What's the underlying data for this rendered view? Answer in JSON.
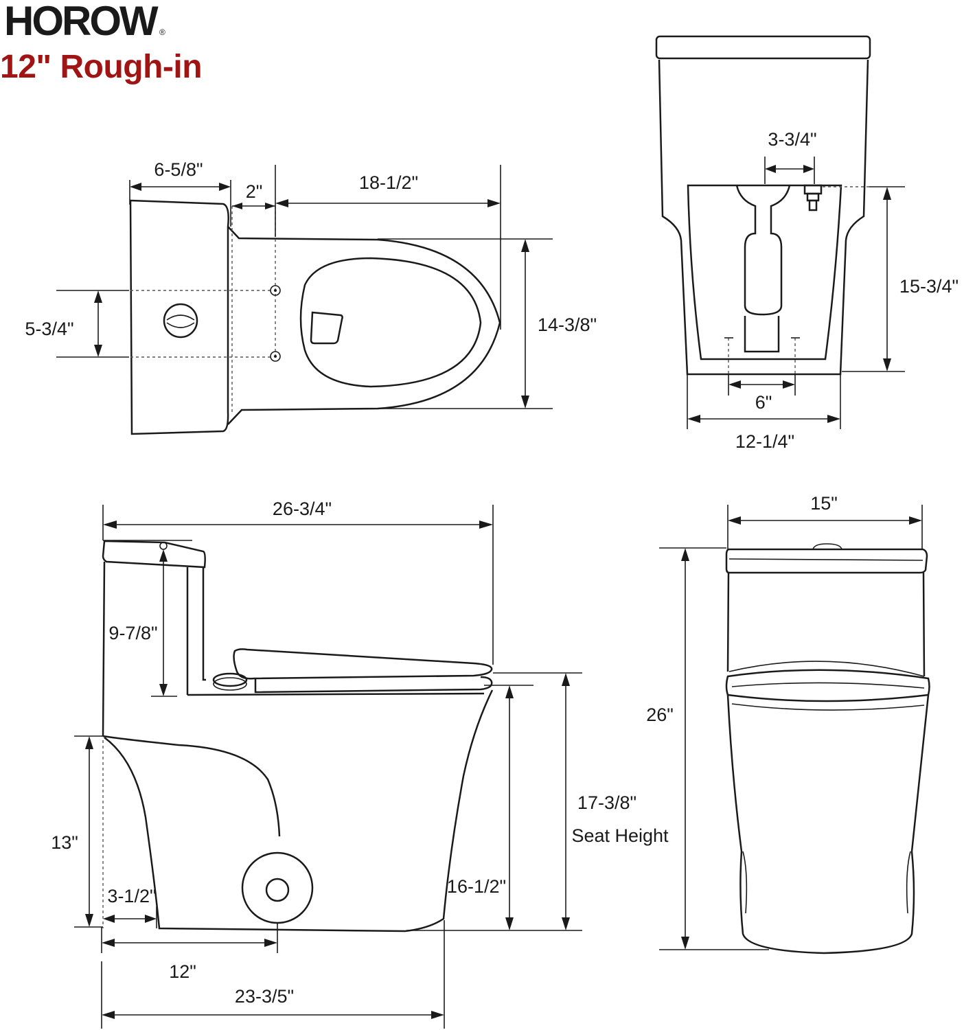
{
  "brand": {
    "logo_text": "HOROW",
    "registered_mark": "®"
  },
  "subtitle": "12\" Rough-in",
  "top_view": {
    "tank_depth": "6-5/8\"",
    "gap": "2\"",
    "bowl_length": "18-1/2\"",
    "bolt_spacing": "5-3/4\"",
    "bowl_width": "14-3/8\""
  },
  "back_view": {
    "supply_offset": "3-3/4\"",
    "trap_height": "15-3/4\"",
    "bolt_width": "6\"",
    "base_width": "12-1/4\""
  },
  "side_view": {
    "overall_length": "26-3/4\"",
    "tank_height_above_seat": "9-7/8\"",
    "supply_height": "13\"",
    "wall_to_supply": "3-1/2\"",
    "rough_in": "12\"",
    "base_length": "23-3/5\"",
    "rim_height": "16-1/2\"",
    "seat_height_value": "17-3/8\"",
    "seat_height_label": "Seat Height"
  },
  "front_view": {
    "tank_width": "15\"",
    "overall_height": "26\""
  },
  "colors": {
    "brand_dark": "#1a1a1a",
    "accent_red": "#a01414"
  }
}
